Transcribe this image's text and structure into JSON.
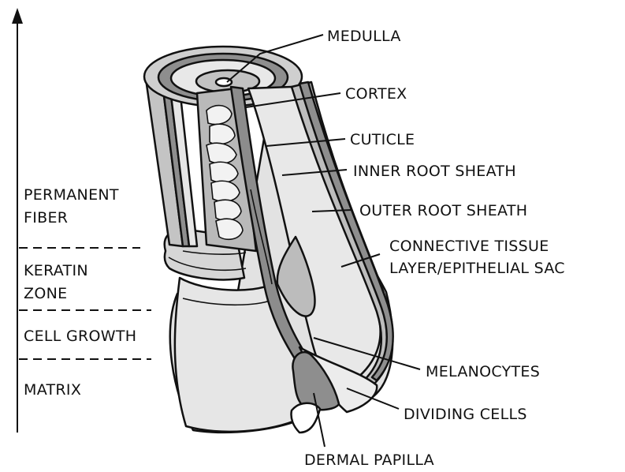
{
  "structures": {
    "medulla": "MEDULLA",
    "cortex": "CORTEX",
    "cuticle": "CUTICLE",
    "inner_root_sheath": "INNER ROOT SHEATH",
    "outer_root_sheath": "OUTER ROOT SHEATH",
    "connective_tissue_line1": "CONNECTIVE TISSUE",
    "connective_tissue_line2": "LAYER/EPITHELIAL SAC",
    "melanocytes": "MELANOCYTES",
    "dividing_cells": "DIVIDING CELLS",
    "dermal_papilla": "DERMAL PAPILLA"
  },
  "zones": {
    "permanent_fiber_line1": "PERMANENT",
    "permanent_fiber_line2": "FIBER",
    "keratin_zone_line1": "KERATIN",
    "keratin_zone_line2": "ZONE",
    "cell_growth": "CELL GROWTH",
    "matrix": "MATRIX"
  },
  "colors": {
    "outline": "#111111",
    "dark_gray": "#8c8c8c",
    "mid_gray": "#b4b4b4",
    "light_gray": "#d8d8d8",
    "white": "#ffffff"
  }
}
